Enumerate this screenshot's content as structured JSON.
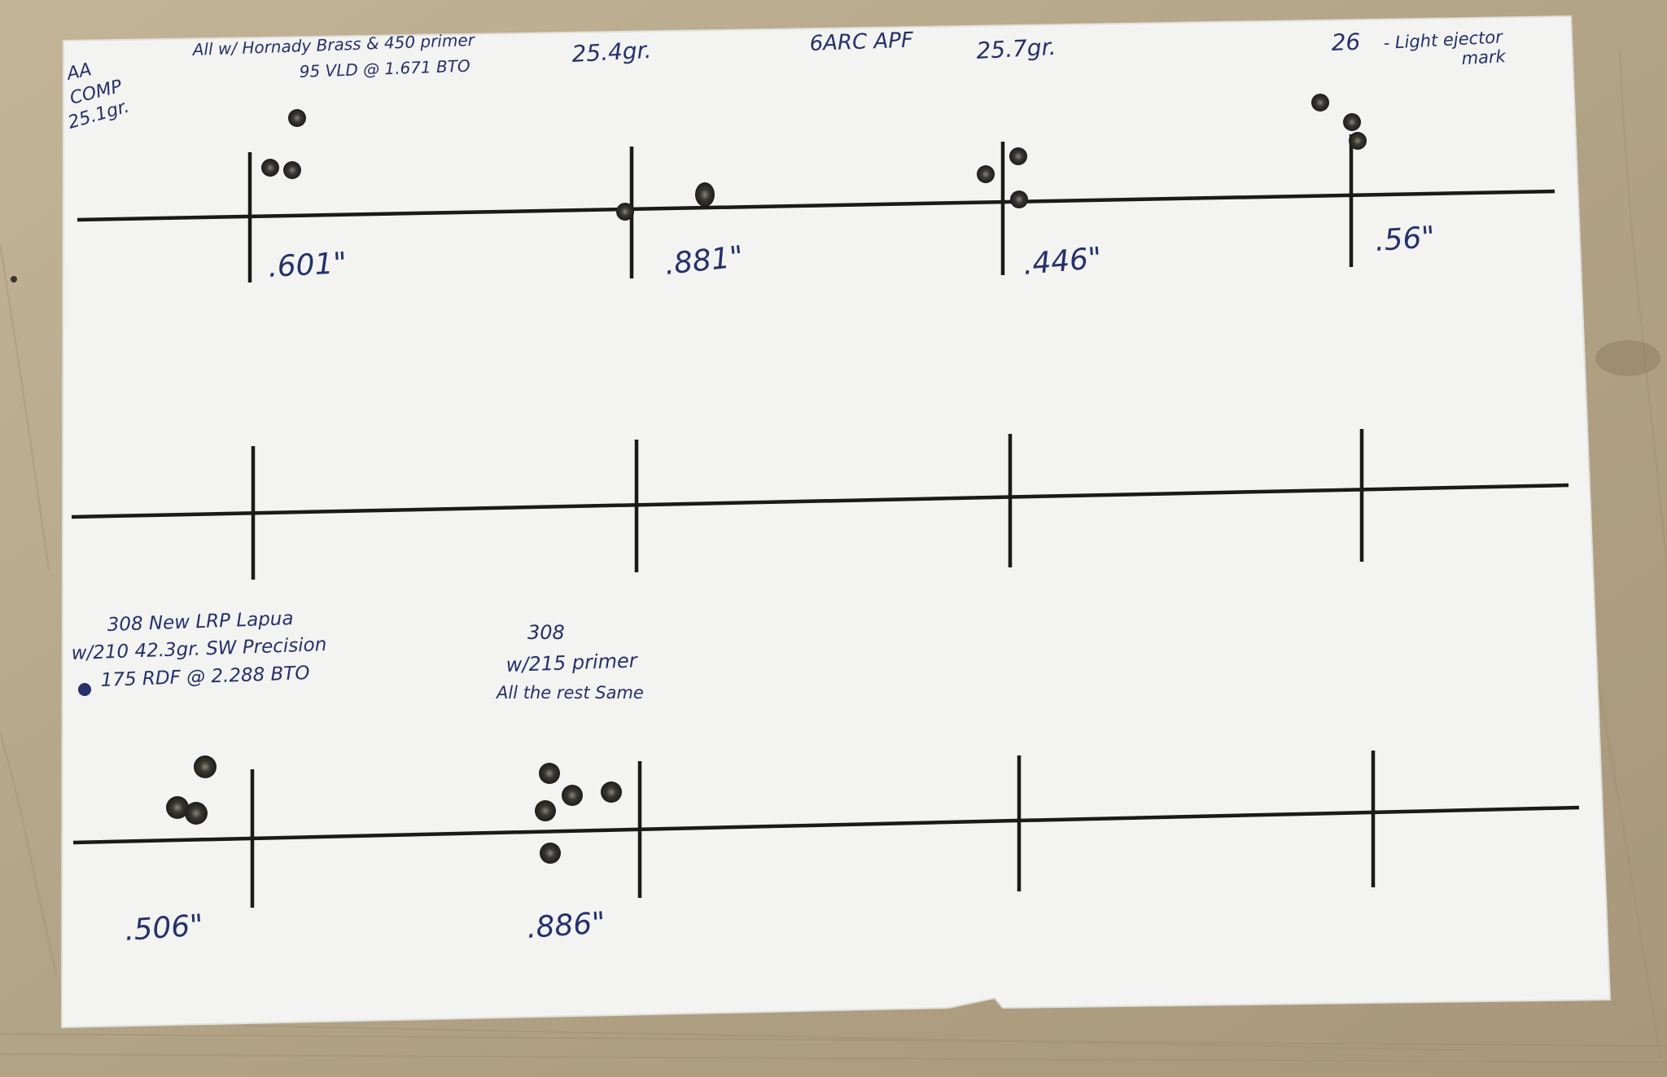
{
  "target": {
    "header": {
      "case_note": "All w/ Hornady Brass & 450 primer",
      "bullet_note": "95 VLD @ 1.671 BTO",
      "load_label_1": "AA",
      "load_label_2": "COMP",
      "load_label_3": "25.1gr.",
      "charge_2": "25.4gr.",
      "cartridge": "6ARC  APF",
      "charge_3": "25.7gr.",
      "charge_4": "26",
      "ejector_note_1": "- Light ejector",
      "ejector_note_2": "mark"
    },
    "groups_row1": [
      ".601\"",
      ".881\"",
      ".446\"",
      ".56\""
    ],
    "notes_308": {
      "line1": "308 New LRP Lapua",
      "line2": "w/210  42.3gr. SW Precision",
      "line3": "175 RDF @ 2.288 BTO"
    },
    "notes_215": {
      "line1": "308",
      "line2": "w/215 primer",
      "line3": "All the rest Same"
    },
    "groups_row3": [
      ".506\"",
      ".886\""
    ]
  },
  "colors": {
    "wood": "#b8a88e",
    "paper": "#f3f3f1",
    "ink": "#26306a",
    "line": "#1a1a1a"
  }
}
